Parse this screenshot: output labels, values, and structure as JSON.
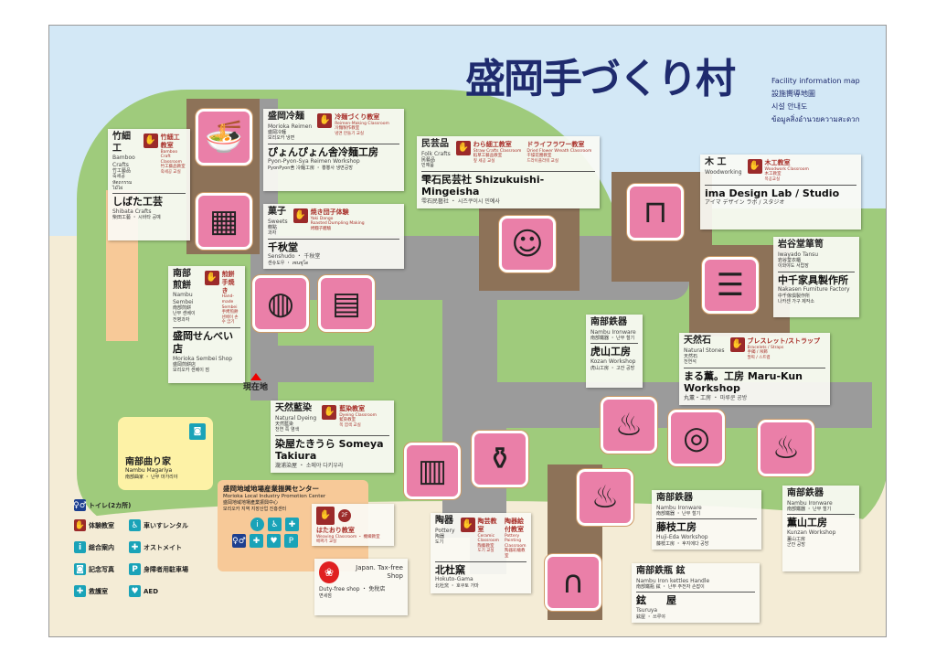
{
  "title": {
    "logo": "盛岡手づくり村",
    "lines": [
      "Facility information map",
      "設施嚮導地圖",
      "시설 안내도",
      "ข้อมูลสิ่งอำนวยความสะดวก"
    ]
  },
  "current_location": "現在地",
  "colors": {
    "pink": "#ea7fa8",
    "classroom_red": "#9b2a2a",
    "navy": "#1f2b6e",
    "sky": "#d3e8f6",
    "land": "#9fcb7c",
    "road": "#9b9b9b"
  },
  "cards": [
    {
      "cat": "竹細工",
      "cat_lines": [
        "Bamboo Crafts",
        "竹工藝品",
        "죽세공",
        "หัตถกรรมไม้ไผ่"
      ],
      "shop": "しばた工芸",
      "shop_lines": [
        "Shibata Crafts",
        "柴田工藝 ・ 시바타 공예"
      ],
      "classes": [
        {
          "title": "竹細工教室",
          "lines": [
            "Bamboo Craft Classroom",
            "竹工藝品教室",
            "죽세공 교실"
          ]
        }
      ]
    },
    {
      "cat": "盛岡冷麺",
      "cat_lines": [
        "Morioka Reimen",
        "盛岡冷麵",
        "모리오카 냉면"
      ],
      "shop": "ぴょんぴょん舎冷麺工房",
      "shop_lines": [
        "Pyon-Pyon-Sya Reimen Workshop",
        "PyonPyon舍 冷麵工房 ・ 뿅뿅사 냉면공방"
      ],
      "classes": [
        {
          "title": "冷麺づくり教室",
          "lines": [
            "Reimen-Making Classroom",
            "冷麵製作教室",
            "냉면 만들기 교실"
          ]
        }
      ]
    },
    {
      "cat": "菓子",
      "cat_lines": [
        "Sweets",
        "糕點",
        "과자"
      ],
      "shop": "千秋堂",
      "shop_lines": [
        "Senshudo ・ 千秋堂",
        "센슈도우 ・ เซนชูโด"
      ],
      "classes": [
        {
          "title": "焼き団子体験",
          "lines": [
            "Yaki Dango",
            "Roasted Dumpling Making",
            "烤糰子體驗"
          ]
        }
      ]
    },
    {
      "cat": "南部煎餅",
      "cat_lines": [
        "Nambu Sembei",
        "南部煎餅",
        "난부 센베이 전병과자"
      ],
      "shop": "盛岡せんべい店",
      "shop_lines": [
        "Morioka Sembei Shop",
        "盛岡煎餅店",
        "모리오카 센베이 점"
      ],
      "classes": [
        {
          "title": "煎餅手焼き",
          "lines": [
            "Hand-made Sembei",
            "手烤煎餅",
            "센베이 손수 굽기"
          ]
        }
      ]
    },
    {
      "cat": "民芸品",
      "cat_lines": [
        "Folk Crafts",
        "民藝品",
        "민예품"
      ],
      "shop": "雫石民芸社  Shizukuishi-Mingeisha",
      "shop_lines": [
        "雫石民藝社 ・ 시즈쿠이시 민예사"
      ],
      "classes": [
        {
          "title": "わら細工教室",
          "lines": [
            "Straw Crafts Classroom",
            "稻草工藝品教室",
            "짚 세공 교실"
          ]
        },
        {
          "title": "ドライフラワー教室",
          "lines": [
            "Dried Flower Wreath Classroom",
            "干燥花圈教室",
            "드라이플라워 교실"
          ]
        }
      ]
    },
    {
      "cat": "木 工",
      "cat_lines": [
        "Woodworking"
      ],
      "shop": "ima Design Lab / Studio",
      "shop_lines": [
        "アイマ デザイン ラボ / スタジオ"
      ],
      "classes": [
        {
          "title": "木工教室",
          "lines": [
            "Woodwork Classroom",
            "木工教室",
            "목공교실"
          ]
        }
      ]
    },
    {
      "cat": "岩谷堂箪笥",
      "cat_lines": [
        "Iwayado Tansu",
        "岩谷堂衣櫃",
        "이와야도 서랍장"
      ],
      "shop": "中千家具製作所",
      "shop_lines": [
        "Nakasen Furniture Factory",
        "中千傢俱製作所",
        "나카센 가구 제작소"
      ],
      "classes": []
    },
    {
      "cat": "南部鉄器",
      "cat_lines": [
        "Nambu Ironware",
        "南部鐵器 ・ 난부 철기"
      ],
      "shop": "虎山工房",
      "shop_lines": [
        "Kozan Workshop",
        "虎山工房 ・ 고잔 공방"
      ],
      "classes": []
    },
    {
      "cat": "天然石",
      "cat_lines": [
        "Natural Stones",
        "天然石",
        "천연석"
      ],
      "shop": "まる薫。工房  Maru-Kun Workshop",
      "shop_lines": [
        "丸薫・工房 ・ 마루쿤 공방"
      ],
      "classes": [
        {
          "title": "ブレスレット/ストラップ",
          "lines": [
            "Bracelets / Straps",
            "手鐲 / 吊飾",
            "팔찌 / 스트랩"
          ]
        }
      ]
    },
    {
      "cat": "天然藍染",
      "cat_lines": [
        "Natural Dyeing",
        "天然藍染",
        "천연 쪽 염색"
      ],
      "shop": "染屋たきうら  Someya Takiura",
      "shop_lines": [
        "瀧浦染屋 ・ 소메야 다키우라"
      ],
      "classes": [
        {
          "title": "藍染教室",
          "lines": [
            "Dyeing Classroom",
            "藍染教室",
            "쪽 염색 교실"
          ]
        }
      ]
    },
    {
      "cat": "陶器",
      "cat_lines": [
        "Pottery",
        "陶器",
        "도기"
      ],
      "shop": "北杜窯",
      "shop_lines": [
        "Hokuto-Gama",
        "北杜窯 ・ 호쿠토 가마"
      ],
      "classes": [
        {
          "title": "陶芸教室",
          "lines": [
            "Ceramic Classroom",
            "陶藝教室",
            "도기 교실"
          ]
        },
        {
          "title": "陶器絵付教室",
          "lines": [
            "Pottery Painting Classroom",
            "陶器彩繪教室"
          ]
        }
      ]
    },
    {
      "cat": "南部鉄器",
      "cat_lines": [
        "Nambu Ironware",
        "南部鐵器 ・ 난부 철기"
      ],
      "shop": "藤枝工房",
      "shop_lines": [
        "Huji-Eda Workshop",
        "藤枝工房 ・ 후지에다 공방"
      ],
      "classes": []
    },
    {
      "cat": "南部鉄器",
      "cat_lines": [
        "Nambu Ironware",
        "南部鐵器 ・ 난부 철기"
      ],
      "shop": "薫山工房",
      "shop_lines": [
        "Kunzan Workshop",
        "薫山工房",
        "군잔 공방"
      ],
      "classes": []
    },
    {
      "cat": "南部鉄瓶 鉉",
      "cat_lines": [
        "Nambu Iron kettles  Handle",
        "南部鐵瓶 鉉 ・ 난부 주전자 손잡이"
      ],
      "shop": "鉉　　屋",
      "shop_lines": [
        "Tsuruya",
        "鉉屋 ・ 쓰루야"
      ],
      "classes": []
    }
  ],
  "magariya": {
    "name": "南部曲り家",
    "en": "Nambu Magariya",
    "lines": [
      "南部曲家 ・ 난부 마가리야"
    ]
  },
  "center": {
    "name": "盛岡地域地場産業振興センター",
    "en": "Morioka Local Industry Promotion Center",
    "lines": [
      "盛岡地域地場產業振興中心",
      "모리오카 지역 지장산업 진흥센터"
    ],
    "floor": "2F"
  },
  "weaving": {
    "title": "はたおり教室",
    "lines": [
      "Weaving Classroom ・ 機織教室",
      "베짜기 교실"
    ]
  },
  "taxfree": {
    "brand": "Japan. Tax-free Shop",
    "line1": "Duty-free shop ・ 免稅店",
    "line2": "면세점"
  },
  "legend": [
    {
      "icon": "toilet-icon",
      "label": "トイレ(2カ所)",
      "color": "#1d3f8f"
    },
    {
      "icon": "hand-icon",
      "label": "体験教室",
      "color": "#9b2a2a"
    },
    {
      "icon": "wheelchair-icon",
      "label": "車いすレンタル",
      "color": "#1aa3b8"
    },
    {
      "icon": "info-icon",
      "label": "総合案内",
      "color": "#1aa3b8"
    },
    {
      "icon": "ostomate-icon",
      "label": "オストメイト",
      "color": "#1aa3b8"
    },
    {
      "icon": "camera-icon",
      "label": "記念写真",
      "color": "#1aa3b8"
    },
    {
      "icon": "parking-icon",
      "label": "身障者用駐車場",
      "color": "#1aa3b8"
    },
    {
      "icon": "first-aid-icon",
      "label": "救護室",
      "color": "#1aa3b8"
    },
    {
      "icon": "aed-icon",
      "label": "AED",
      "color": "#1aa3b8"
    }
  ],
  "tiles": [
    "ramen-bowl",
    "basket",
    "senbei",
    "dango",
    "doll",
    "table",
    "cabinet",
    "dye-cloth",
    "pot",
    "iron-kettle",
    "bracelet",
    "kettle",
    "kettle",
    "handle"
  ]
}
